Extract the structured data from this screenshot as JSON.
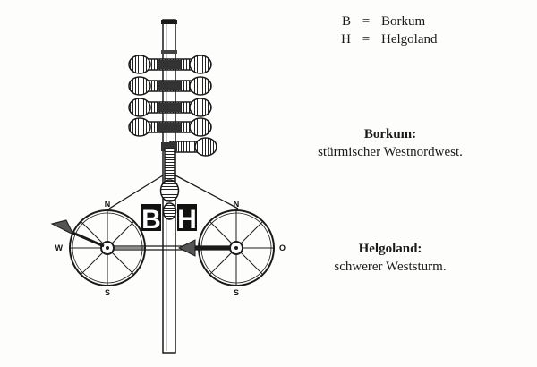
{
  "legend": [
    {
      "key": "B",
      "eq": "=",
      "value": "Borkum"
    },
    {
      "key": "H",
      "eq": "=",
      "value": "Helgoland"
    }
  ],
  "notes": {
    "borkum": {
      "heading": "Borkum:",
      "text": "stürmischer Westnordwest."
    },
    "helgoland": {
      "heading": "Helgoland:",
      "text": "schwerer Weststurm."
    }
  },
  "mast": {
    "left_label": "B",
    "right_label": "H"
  },
  "left_wheel": {
    "north": "N",
    "south": "S",
    "west": "W"
  },
  "right_wheel": {
    "north": "N",
    "south": "S",
    "east": "O"
  }
}
